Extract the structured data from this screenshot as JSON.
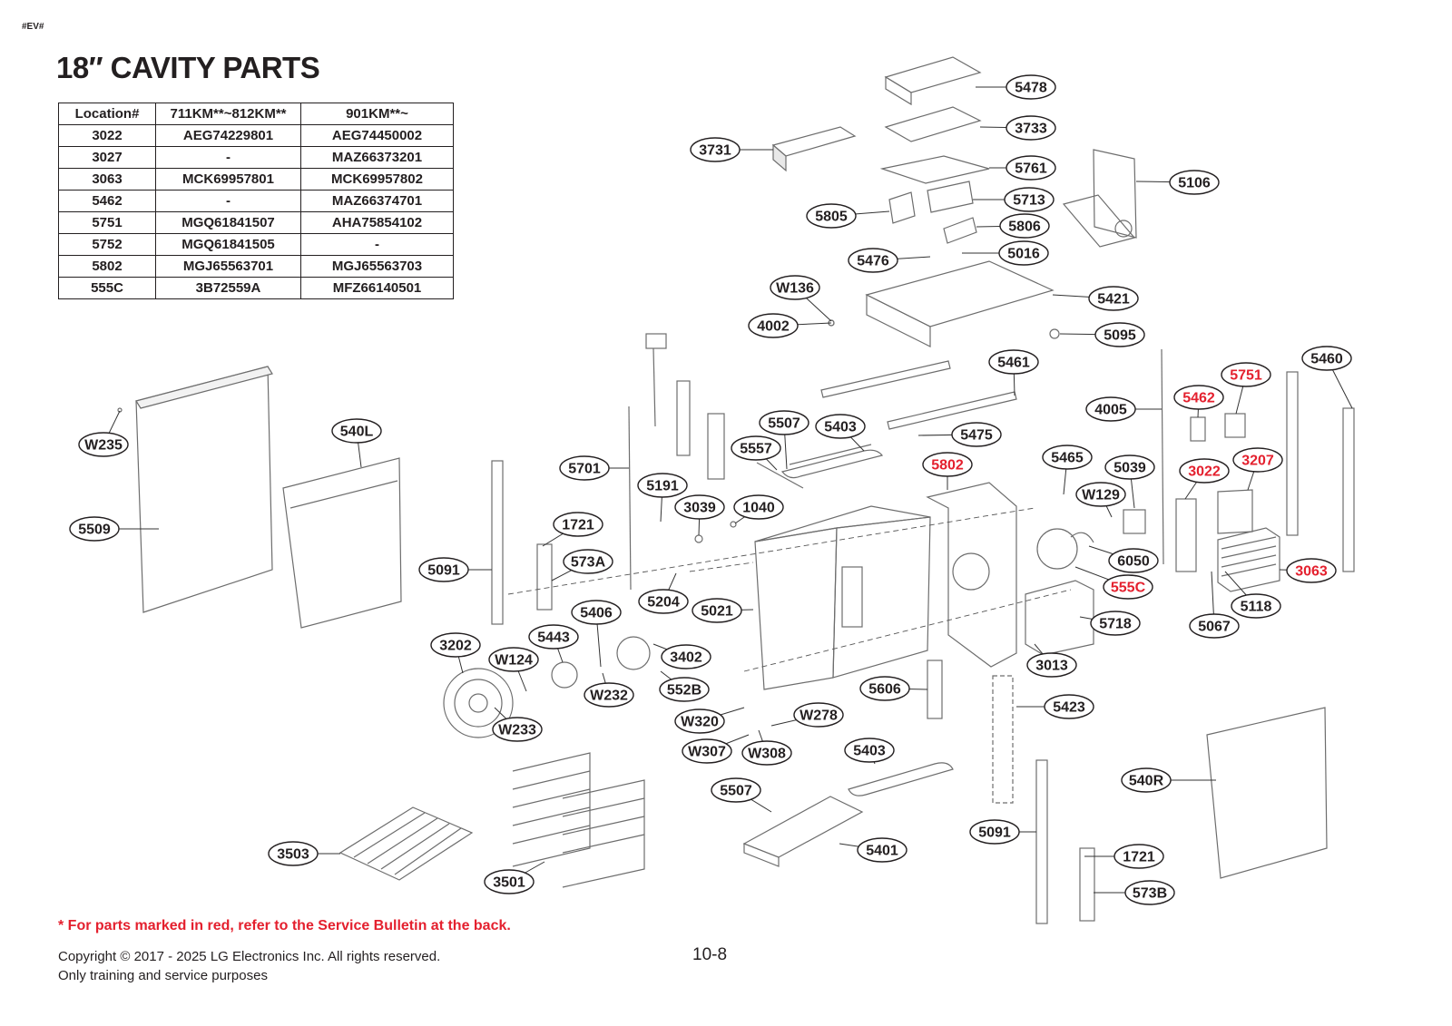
{
  "header": {
    "tag": "#EV#",
    "title": "18″ CAVITY PARTS"
  },
  "table": {
    "headers": [
      "Location#",
      "711KM**~812KM**",
      "901KM**~"
    ],
    "rows": [
      [
        "3022",
        "AEG74229801",
        "AEG74450002"
      ],
      [
        "3027",
        "-",
        "MAZ66373201"
      ],
      [
        "3063",
        "MCK69957801",
        "MCK69957802"
      ],
      [
        "5462",
        "-",
        "MAZ66374701"
      ],
      [
        "5751",
        "MGQ61841507",
        "AHA75854102"
      ],
      [
        "5752",
        "MGQ61841505",
        "-"
      ],
      [
        "5802",
        "MGJ65563701",
        "MGJ65563703"
      ],
      [
        "555C",
        "3B72559A",
        "MFZ66140501"
      ]
    ]
  },
  "colors": {
    "text": "#231f20",
    "highlight": "#e4202e",
    "line": "#555555",
    "part_stroke": "#6d6d6d"
  },
  "callouts": [
    {
      "label": "5478",
      "red": false
    },
    {
      "label": "3733",
      "red": false
    },
    {
      "label": "3731",
      "red": false
    },
    {
      "label": "5761",
      "red": false
    },
    {
      "label": "5106",
      "red": false
    },
    {
      "label": "5713",
      "red": false
    },
    {
      "label": "5805",
      "red": false
    },
    {
      "label": "5806",
      "red": false
    },
    {
      "label": "5476",
      "red": false
    },
    {
      "label": "5016",
      "red": false
    },
    {
      "label": "W136",
      "red": false
    },
    {
      "label": "5421",
      "red": false
    },
    {
      "label": "4002",
      "red": false
    },
    {
      "label": "5095",
      "red": false
    },
    {
      "label": "5461",
      "red": false
    },
    {
      "label": "5460",
      "red": false
    },
    {
      "label": "5751",
      "red": true
    },
    {
      "label": "5462",
      "red": true
    },
    {
      "label": "4005",
      "red": false
    },
    {
      "label": "W235",
      "red": false
    },
    {
      "label": "540L",
      "red": false
    },
    {
      "label": "5507",
      "red": false
    },
    {
      "label": "5403",
      "red": false
    },
    {
      "label": "5475",
      "red": false
    },
    {
      "label": "5557",
      "red": false
    },
    {
      "label": "5465",
      "red": false
    },
    {
      "label": "5039",
      "red": false
    },
    {
      "label": "3207",
      "red": true
    },
    {
      "label": "5802",
      "red": true
    },
    {
      "label": "3022",
      "red": true
    },
    {
      "label": "5701",
      "red": false
    },
    {
      "label": "5191",
      "red": false
    },
    {
      "label": "W129",
      "red": false
    },
    {
      "label": "5509",
      "red": false
    },
    {
      "label": "3039",
      "red": false
    },
    {
      "label": "1040",
      "red": false
    },
    {
      "label": "1721",
      "red": false
    },
    {
      "label": "6050",
      "red": false
    },
    {
      "label": "3063",
      "red": true
    },
    {
      "label": "573A",
      "red": false
    },
    {
      "label": "5091",
      "red": false
    },
    {
      "label": "555C",
      "red": true
    },
    {
      "label": "5204",
      "red": false
    },
    {
      "label": "5118",
      "red": false
    },
    {
      "label": "5021",
      "red": false
    },
    {
      "label": "5406",
      "red": false
    },
    {
      "label": "5718",
      "red": false
    },
    {
      "label": "5067",
      "red": false
    },
    {
      "label": "5443",
      "red": false
    },
    {
      "label": "3202",
      "red": false
    },
    {
      "label": "3402",
      "red": false
    },
    {
      "label": "W124",
      "red": false
    },
    {
      "label": "3013",
      "red": false
    },
    {
      "label": "W232",
      "red": false
    },
    {
      "label": "552B",
      "red": false
    },
    {
      "label": "5606",
      "red": false
    },
    {
      "label": "5423",
      "red": false
    },
    {
      "label": "W278",
      "red": false
    },
    {
      "label": "W233",
      "red": false
    },
    {
      "label": "W320",
      "red": false
    },
    {
      "label": "W307",
      "red": false
    },
    {
      "label": "W308",
      "red": false
    },
    {
      "label": "5403",
      "red": false
    },
    {
      "label": "540R",
      "red": false
    },
    {
      "label": "5507",
      "red": false
    },
    {
      "label": "5091",
      "red": false
    },
    {
      "label": "3503",
      "red": false
    },
    {
      "label": "5401",
      "red": false
    },
    {
      "label": "1721",
      "red": false
    },
    {
      "label": "3501",
      "red": false
    },
    {
      "label": "573B",
      "red": false
    }
  ],
  "footer": {
    "note": "* For parts marked in red, refer to the Service Bulletin at the back.",
    "copyright": "Copyright © 2017 - 2025 LG Electronics Inc. All rights reserved.",
    "purpose": "Only training and service purposes",
    "page": "10-8"
  }
}
